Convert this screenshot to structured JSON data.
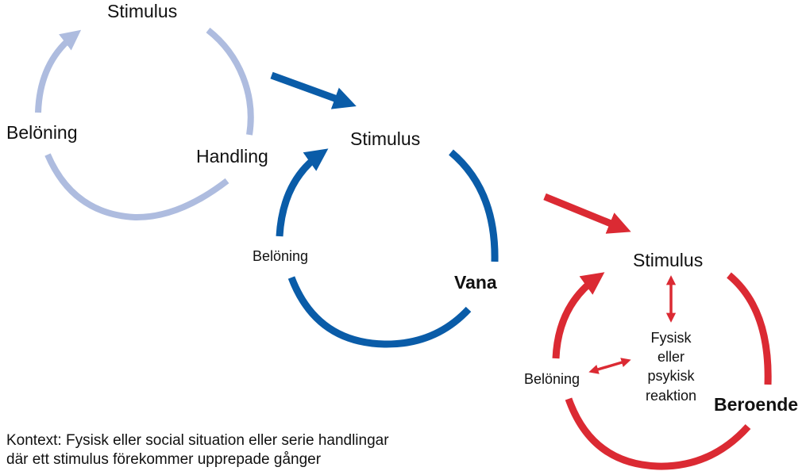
{
  "colors": {
    "stage1": "#aebcdf",
    "stage2": "#0a5ca8",
    "stage3": "#db2a33",
    "text": "#111111"
  },
  "stage1": {
    "stimulus": "Stimulus",
    "belonging": "Belöning",
    "action": "Handling"
  },
  "stage2": {
    "stimulus": "Stimulus",
    "belonging": "Belöning",
    "title": "Vana"
  },
  "stage3": {
    "stimulus": "Stimulus",
    "belonging": "Belöning",
    "reaction_lines": [
      "Fysisk",
      "eller",
      "psykisk",
      "reaktion"
    ],
    "title": "Beroende"
  },
  "context": {
    "line1": "Kontext: Fysisk eller social situation eller serie handlingar",
    "line2": "där ett stimulus förekommer upprepade gånger"
  }
}
